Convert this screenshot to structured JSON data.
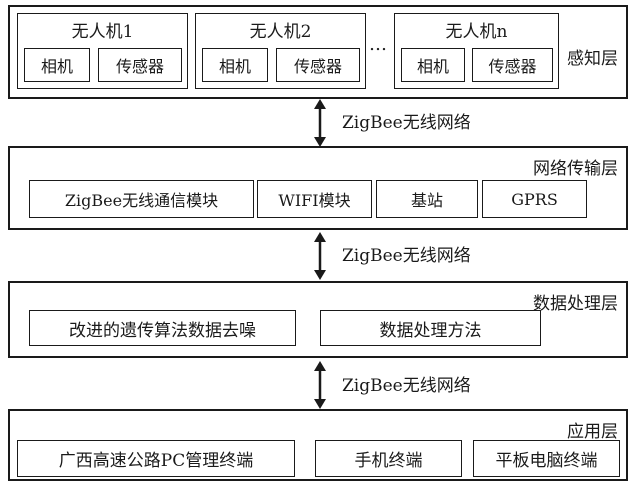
{
  "layers": {
    "perception": {
      "label": "感知层",
      "uavs": [
        {
          "title": "无人机1",
          "camera": "相机",
          "sensor": "传感器"
        },
        {
          "title": "无人机2",
          "camera": "相机",
          "sensor": "传感器"
        },
        {
          "title": "无人机n",
          "camera": "相机",
          "sensor": "传感器"
        }
      ],
      "ellipsis": "…"
    },
    "network": {
      "label": "网络传输层",
      "modules": [
        "ZigBee无线通信模块",
        "WIFI模块",
        "基站",
        "GPRS"
      ]
    },
    "processing": {
      "label": "数据处理层",
      "modules": [
        "改进的遗传算法数据去噪",
        "数据处理方法"
      ]
    },
    "application": {
      "label": "应用层",
      "modules": [
        "广西高速公路PC管理终端",
        "手机终端",
        "平板电脑终端"
      ]
    }
  },
  "links": [
    "ZigBee无线网络",
    "ZigBee无线网络",
    "ZigBee无线网络"
  ]
}
